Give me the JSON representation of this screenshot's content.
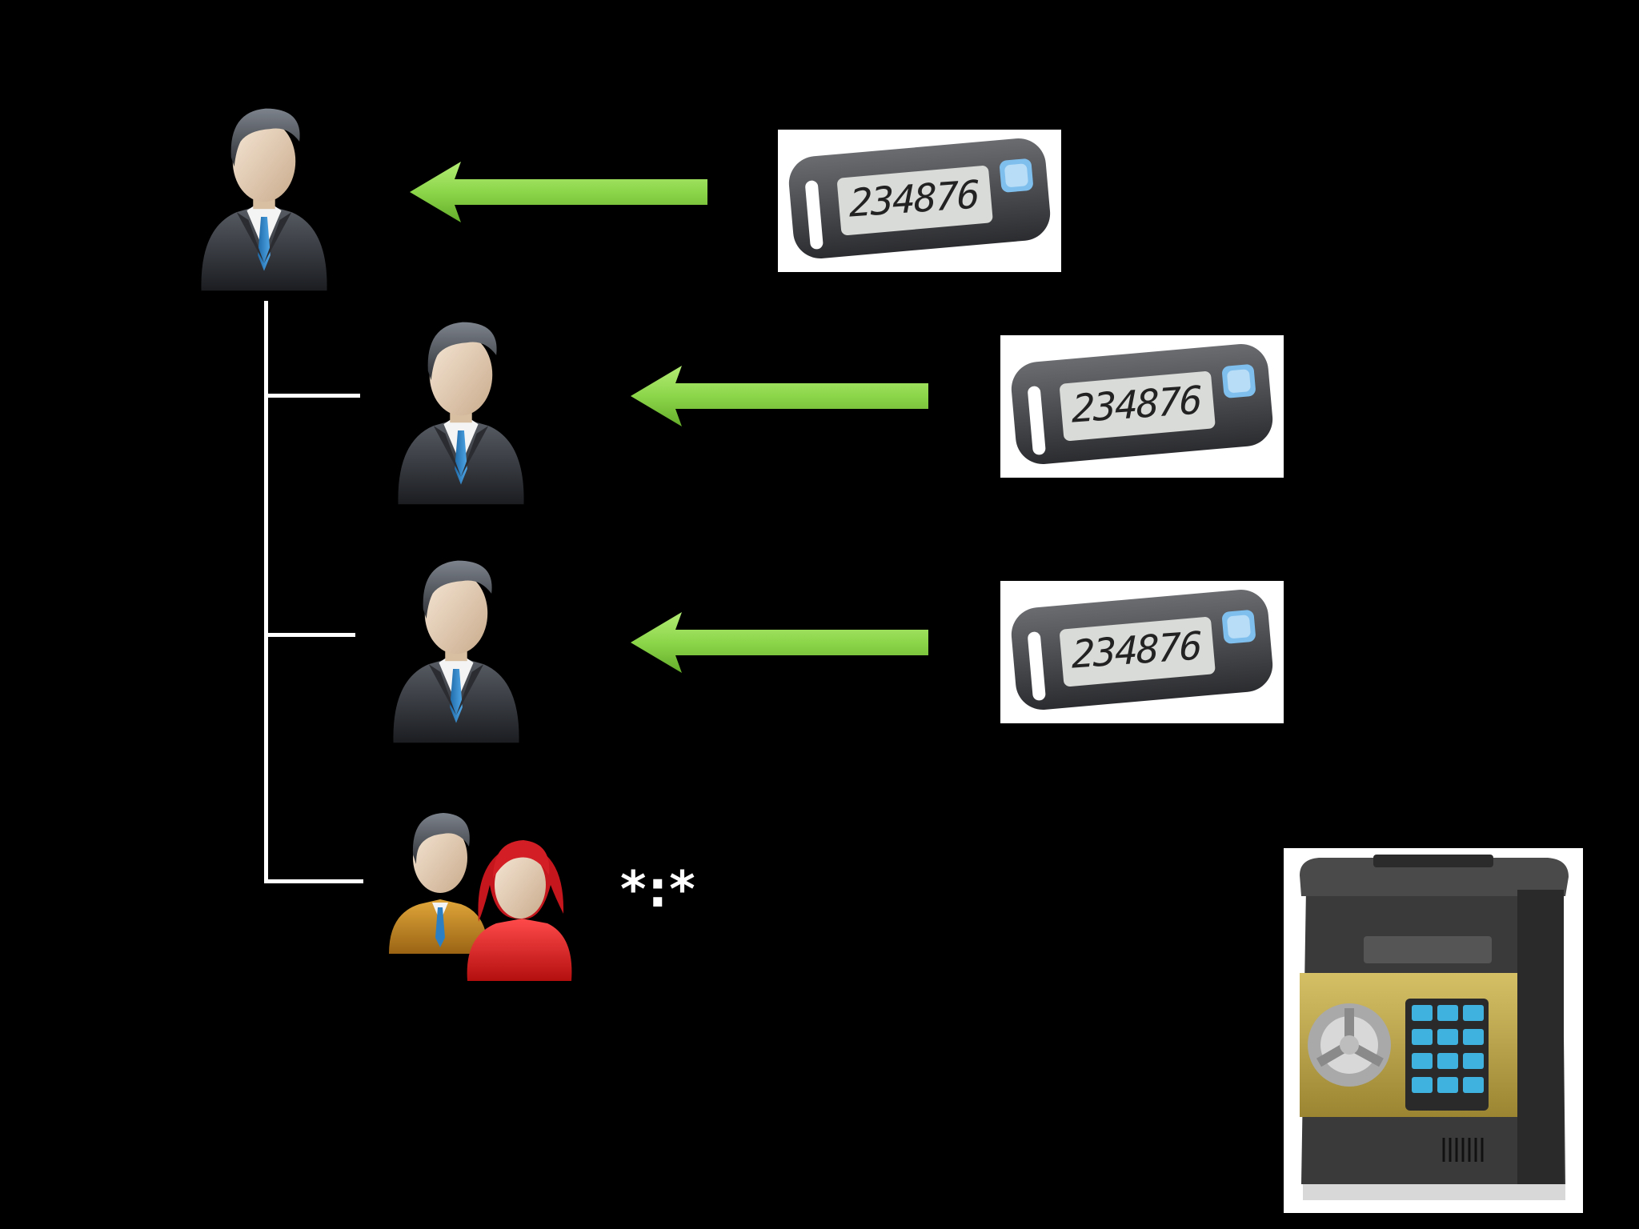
{
  "diagram": {
    "tokens": [
      {
        "display_value": "234876"
      },
      {
        "display_value": "234876"
      },
      {
        "display_value": "234876"
      }
    ],
    "shared_credential_symbol": "*:*",
    "colors": {
      "background": "#000000",
      "arrow": "#8cd64a",
      "connector": "#ffffff",
      "safe_body": "#3a3a3a",
      "safe_door": "#b8a042"
    },
    "icons": [
      "user-suit-icon",
      "user-suit-icon",
      "user-suit-icon",
      "user-group-icon",
      "token-device-icon",
      "safe-icon"
    ]
  }
}
